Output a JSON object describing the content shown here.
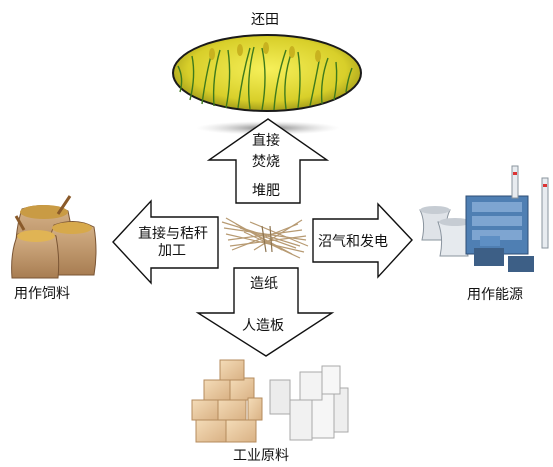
{
  "center": {
    "icon": "straw-bundle-icon"
  },
  "top": {
    "title": "还田",
    "arrow_lines": [
      "直接",
      "焚烧",
      "堆肥"
    ],
    "icon": "rice-field-icon"
  },
  "left": {
    "arrow_lines": [
      "直接与秸秆",
      "加工"
    ],
    "caption": "用作饲料",
    "icon": "feed-sacks-icon"
  },
  "right": {
    "arrow_text": "沼气和发电",
    "caption": "用作能源",
    "icon": "power-plant-icon"
  },
  "bottom": {
    "arrow_lines": [
      "造纸",
      "人造板"
    ],
    "caption": "工业原料",
    "icon": "industrial-materials-icon"
  }
}
